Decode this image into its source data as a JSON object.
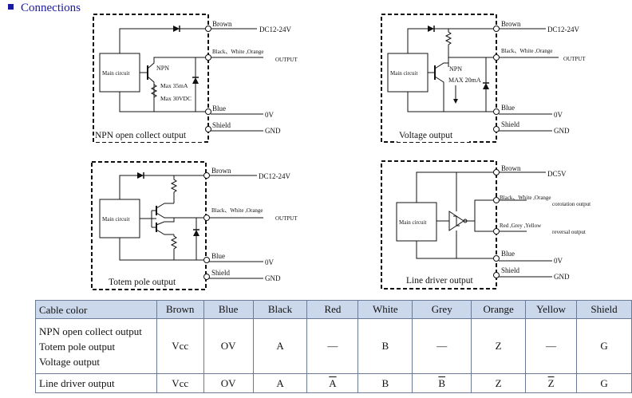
{
  "section_title": "Connections",
  "diagrams": {
    "npn": {
      "caption": "NPN open collect output",
      "main_circuit": "Main circuit",
      "transistor": "NPN",
      "max_current": "Max 35mA",
      "max_voltage": "Max 30VDC"
    },
    "voltage": {
      "caption": "Voltage output",
      "main_circuit": "Main circuit",
      "transistor": "NPN",
      "max_current": "MAX 20mA"
    },
    "totem": {
      "caption": "Totem pole output",
      "main_circuit": "Main circuit"
    },
    "line_driver": {
      "caption": "Line driver output",
      "main_circuit": "Main circuit"
    }
  },
  "labels": {
    "brown": "Brown",
    "blue": "Blue",
    "shield": "Shield",
    "bwo": "Black、White ,Orange",
    "bwo2": "Black、White ,Orange",
    "rgy": "Red ,Grey ,Yellow",
    "dc1224": "DC12-24V",
    "dc5": "DC5V",
    "output": "OUTPUT",
    "ov": "0V",
    "gnd": "GND",
    "corotation": "corotation output",
    "reversal": "reversal output"
  },
  "table": {
    "headers": [
      "Cable color",
      "Brown",
      "Blue",
      "Black",
      "Red",
      "White",
      "Grey",
      "Orange",
      "Yellow",
      "Shield"
    ],
    "row1_label": [
      "NPN open collect output",
      "Totem pole output",
      "Voltage output"
    ],
    "row1": [
      "Vcc",
      "OV",
      "A",
      "—",
      "B",
      "—",
      "Z",
      "—",
      "G"
    ],
    "row2_label": "Line driver output",
    "row2": [
      "Vcc",
      "OV",
      "A",
      "A",
      "B",
      "B",
      "Z",
      "Z",
      "G"
    ]
  }
}
